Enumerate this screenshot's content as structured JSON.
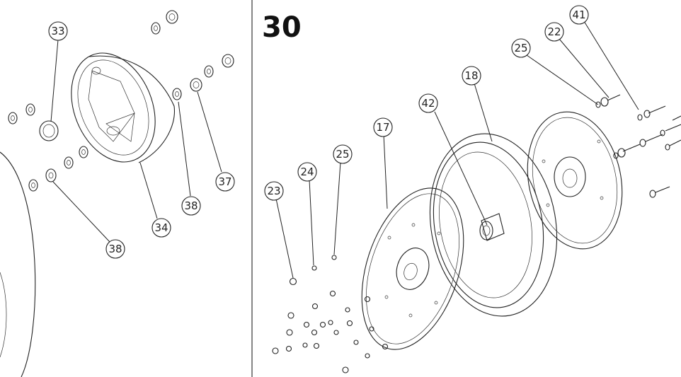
{
  "figure_number": "30",
  "callouts": {
    "c33": "33",
    "c34": "34",
    "c37": "37",
    "c38a": "38",
    "c38b": "38",
    "c41": "41",
    "c22": "22",
    "c25a": "25",
    "c18": "18",
    "c42": "42",
    "c17": "17",
    "c25b": "25",
    "c24": "24",
    "c23": "23"
  },
  "colors": {
    "line": "#222222",
    "background": "#ffffff"
  }
}
